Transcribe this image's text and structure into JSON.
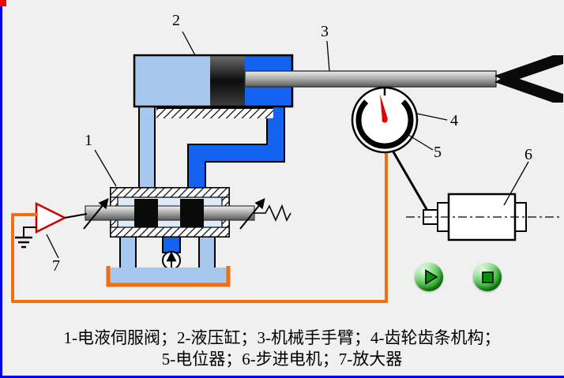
{
  "window": {
    "bg": "#f0f0f0",
    "edge_color": "#0000f0",
    "corner_marker_color": "#f00000"
  },
  "labels": {
    "servo_valve": "1",
    "hydraulic_cylinder": "2",
    "manipulator_arm": "3",
    "rack_pinion": "4",
    "potentiometer": "5",
    "stepper_motor": "6",
    "amplifier": "7"
  },
  "caption": {
    "line1": "1-电液伺服阀；2-液压缸；3-机械手手臂；4-齿轮齿条机构；",
    "line2": "5-电位器；6-步进电机；7-放大器"
  },
  "legend": [
    {
      "num": "1",
      "name": "电液伺服阀"
    },
    {
      "num": "2",
      "name": "液压缸"
    },
    {
      "num": "3",
      "name": "机械手手臂"
    },
    {
      "num": "4",
      "name": "齿轮齿条机构"
    },
    {
      "num": "5",
      "name": "电位器"
    },
    {
      "num": "6",
      "name": "步进电机"
    },
    {
      "num": "7",
      "name": "放大器"
    }
  ],
  "controls": {
    "play": {
      "icon": "play-icon"
    },
    "stop": {
      "icon": "stop-icon"
    }
  },
  "colors": {
    "pipe_light_blue": "#a6c8ee",
    "pipe_blue": "#1463f0",
    "wire_orange": "#f07010",
    "amplifier_red": "#d00000",
    "needle_red": "#e00000",
    "button_green": "#129212"
  }
}
